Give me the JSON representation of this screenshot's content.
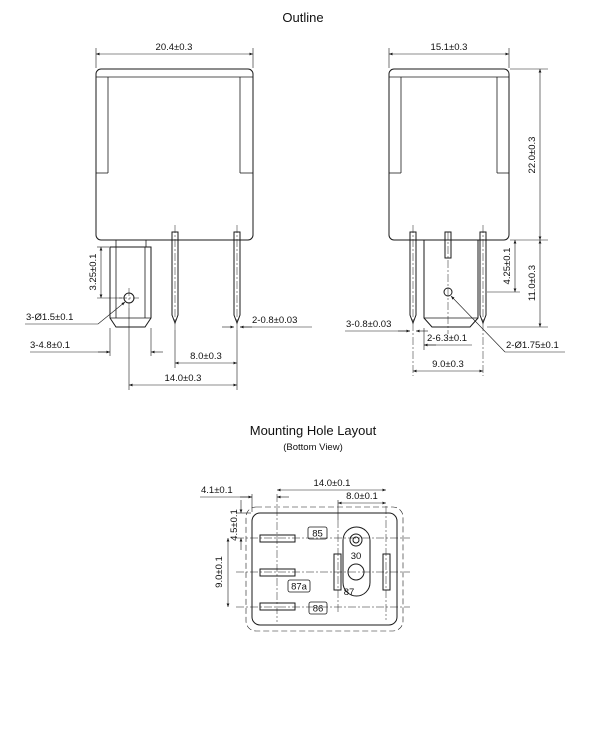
{
  "titles": {
    "outline": "Outline",
    "mounting": "Mounting Hole Layout",
    "bottom_view": "(Bottom View)"
  },
  "front": {
    "width": "20.4±0.3",
    "height_pin_hole": "3.25±0.1",
    "hole_dia": "3-Ø1.5±0.1",
    "pin_width": "3-4.8±0.1",
    "pin_thin": "2-0.8±0.03",
    "pitch_8": "8.0±0.3",
    "pitch_14": "14.0±0.3"
  },
  "side": {
    "width": "15.1±0.3",
    "height": "22.0±0.3",
    "pin_len": "4.25±0.1",
    "pin_total": "11.0±0.3",
    "pin_thin": "3-0.8±0.03",
    "pin_mid": "2-6.3±0.1",
    "hole_dia": "2-Ø1.75±0.1",
    "pitch": "9.0±0.3"
  },
  "mount": {
    "d_14": "14.0±0.1",
    "d_8": "8.0±0.1",
    "d_41": "4.1±0.1",
    "d_45": "4.5±0.1",
    "d_9": "9.0±0.1",
    "pins": [
      "85",
      "30",
      "87a",
      "87",
      "86"
    ]
  }
}
